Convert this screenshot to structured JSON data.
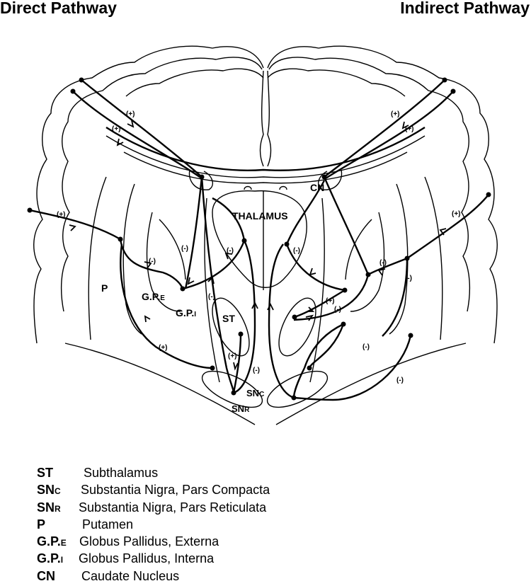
{
  "titles": {
    "left": "Direct Pathway",
    "right": "Indirect Pathway"
  },
  "regions": {
    "thalamus": "THALAMUS",
    "cn": "CN",
    "p": "P",
    "gpe": "G.P.",
    "gpe_sub": "E",
    "gpi": "G.P.",
    "gpi_sub": "I",
    "st": "ST",
    "snc": "SN",
    "snc_sub": "C",
    "snr": "SN",
    "snr_sub": "R"
  },
  "signs": {
    "plus": "(+)",
    "minus": "(-)"
  },
  "legend": [
    {
      "abbr": "ST",
      "sub": "",
      "definition": "Subthalamus"
    },
    {
      "abbr": "SN",
      "sub": "C",
      "definition": "Substantia Nigra, Pars Compacta"
    },
    {
      "abbr": "SN",
      "sub": "R",
      "definition": "Substantia Nigra, Pars Reticulata"
    },
    {
      "abbr": "P",
      "sub": "",
      "definition": "Putamen"
    },
    {
      "abbr": "G.P.",
      "sub": "E",
      "definition": "Globus Pallidus, Externa"
    },
    {
      "abbr": "G.P.",
      "sub": "I",
      "definition": "Globus Pallidus, Interna"
    },
    {
      "abbr": "CN",
      "sub": "",
      "definition": "Caudate Nucleus"
    }
  ]
}
